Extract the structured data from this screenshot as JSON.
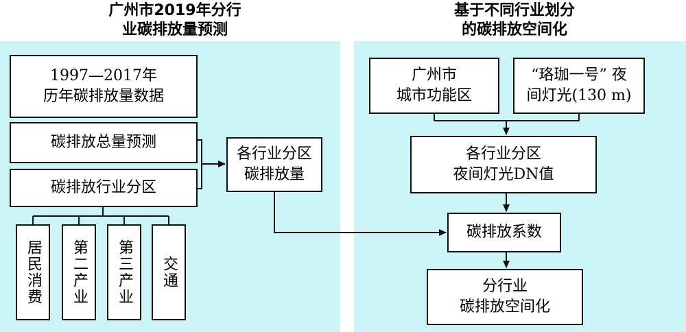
{
  "left_title": [
    "广州市2019年分行",
    "业碳排放量预测"
  ],
  "right_title": [
    "基于不同行业划分",
    "的碳排放空间化"
  ],
  "left": {
    "data_box": [
      "1997—2017年",
      "历年碳排放量数据"
    ],
    "total_box": "碳排放总量预测",
    "sector_box": "碳排放行业分区",
    "sectors": [
      "居民消费",
      "第二产业",
      "第三产业",
      "交通"
    ],
    "result_box": [
      "各行业分区",
      "碳排放量"
    ]
  },
  "right": {
    "function_box": [
      "广州市",
      "城市功能区"
    ],
    "light_box": [
      "“珞珈一号” 夜",
      "间灯光(130 m)"
    ],
    "dn_box": [
      "各行业分区",
      "夜间灯光DN值"
    ],
    "coef_box": "碳排放系数",
    "final_box": [
      "分行业",
      "碳排放空间化"
    ]
  },
  "colors": {
    "panel": "#ccf5f8",
    "line": "#111111"
  }
}
